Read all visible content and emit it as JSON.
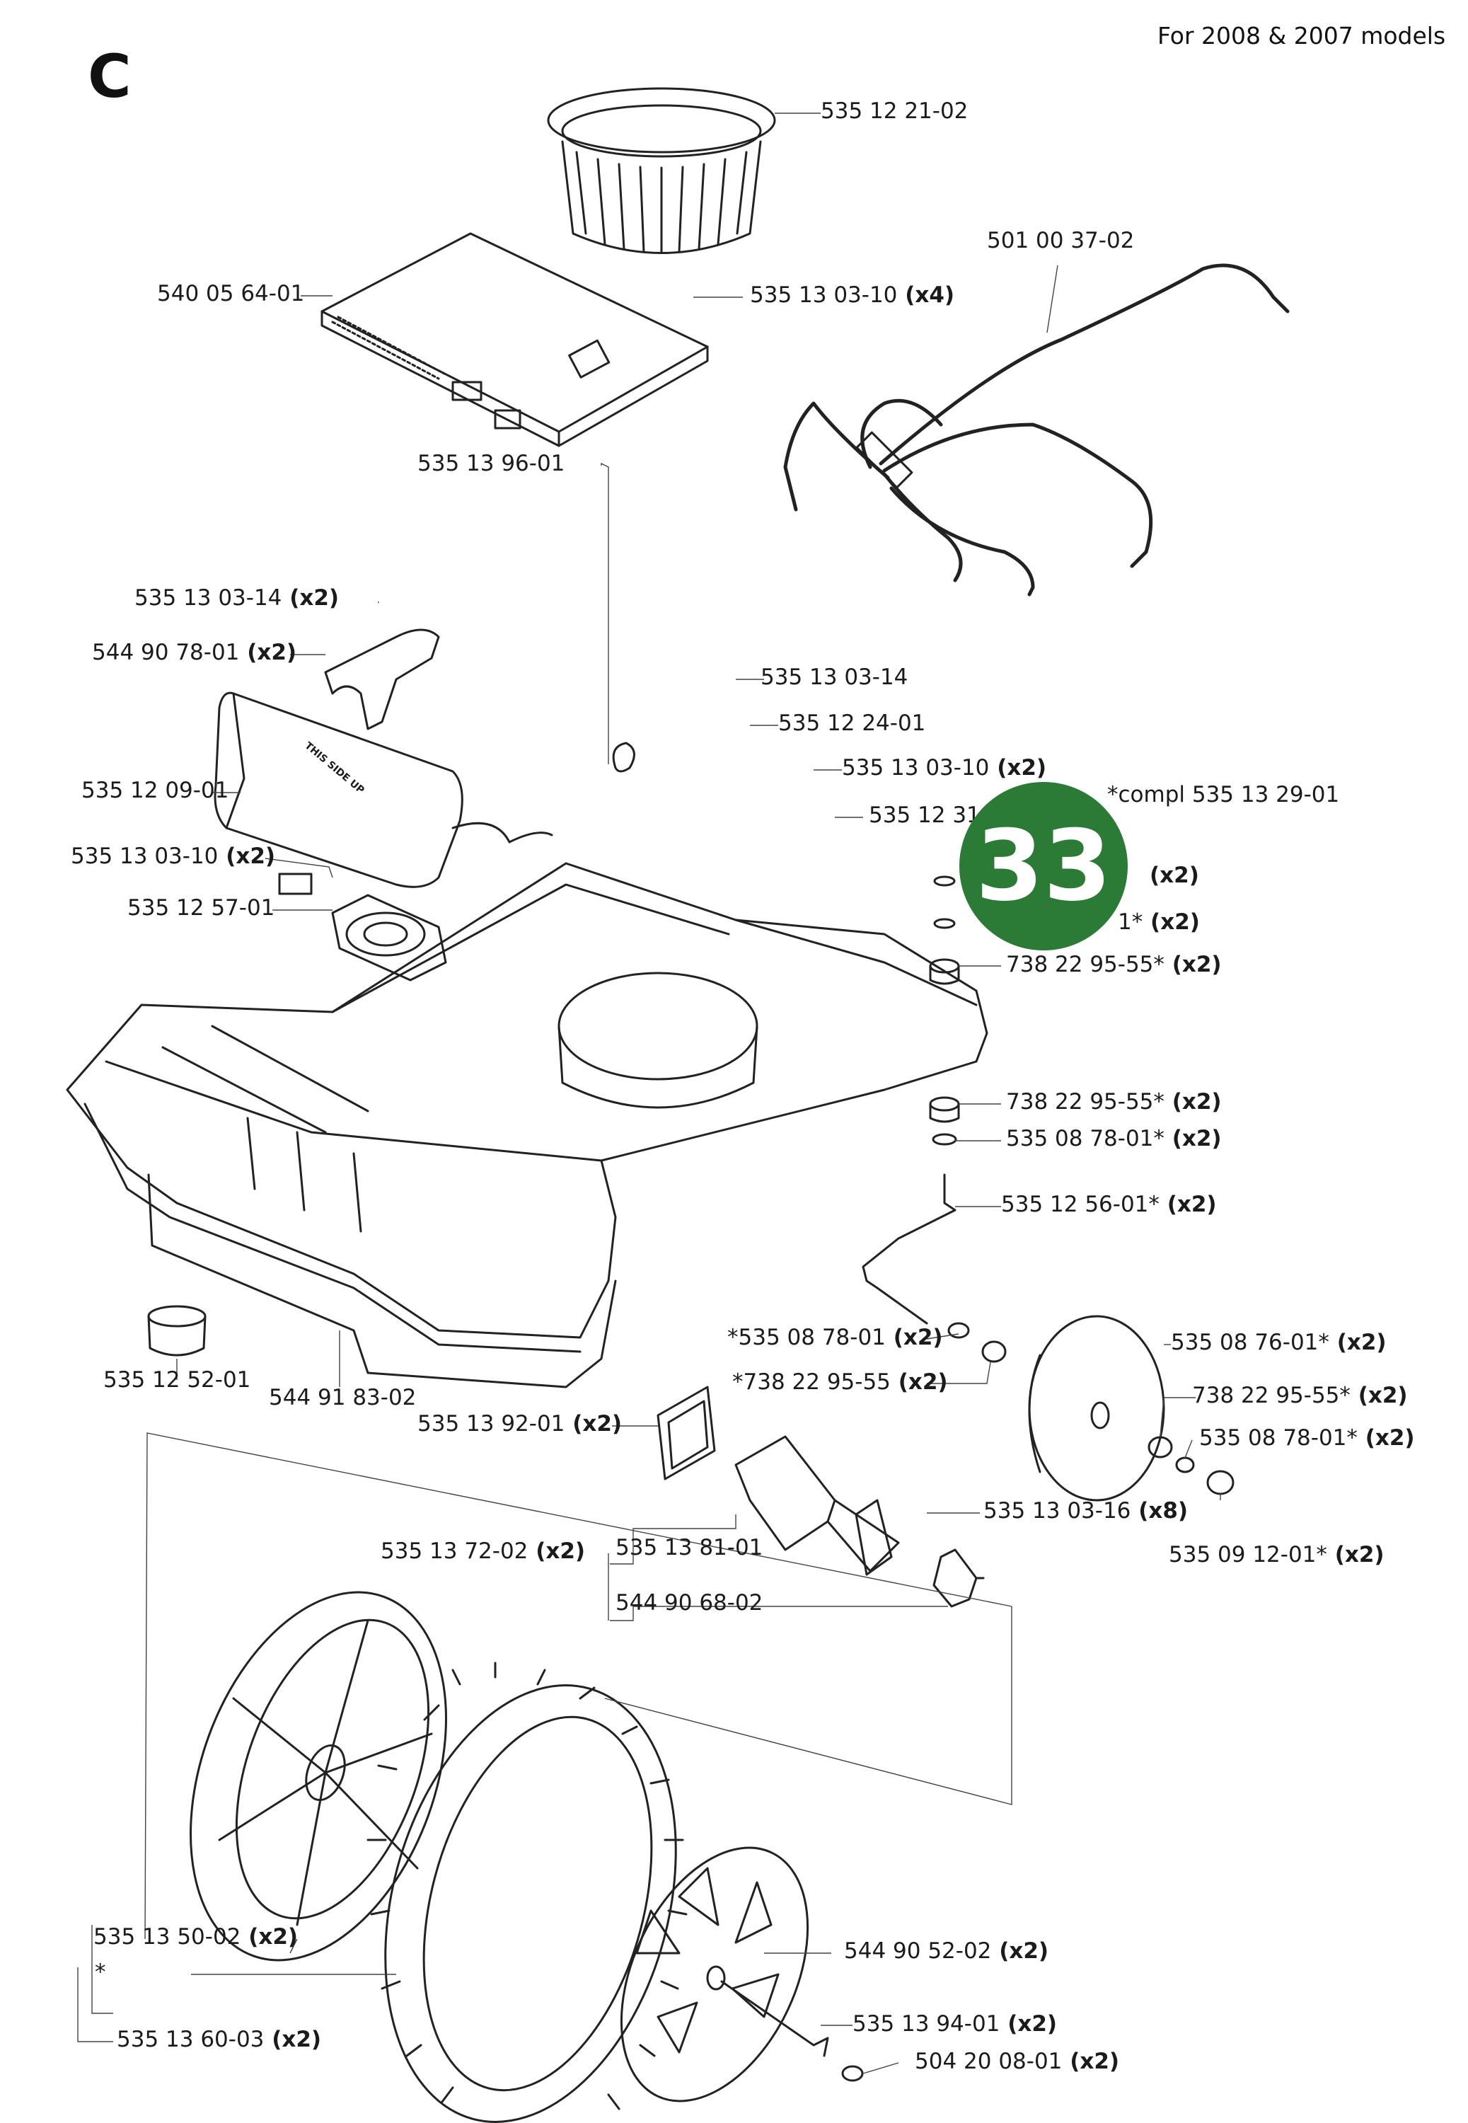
{
  "header": {
    "section_letter": "C",
    "models_note": "For 2008 & 2007 models"
  },
  "badge": {
    "value": "33",
    "color": "#2b7a36"
  },
  "diagram": {
    "parts": [
      {
        "id": "ring",
        "code": "535 12 21-02",
        "qty": ""
      },
      {
        "id": "board",
        "code": "540 05 64-01",
        "qty": ""
      },
      {
        "id": "board-screw",
        "code": "535 13 03-10",
        "qty": "(x4)"
      },
      {
        "id": "harness",
        "code": "501 00 37-02",
        "qty": ""
      },
      {
        "id": "clip",
        "code": "535 13 96-01",
        "qty": ""
      },
      {
        "id": "bracket-screw",
        "code": "535 13 03-14",
        "qty": "(x2)"
      },
      {
        "id": "bracket",
        "code": "544 90 78-01",
        "qty": "(x2)"
      },
      {
        "id": "plate-screw",
        "code": "535 13 03-14",
        "qty": ""
      },
      {
        "id": "plate",
        "code": "535 12 24-01",
        "qty": ""
      },
      {
        "id": "battery",
        "code": "535 12 09-01",
        "qty": ""
      },
      {
        "id": "sensor-screw",
        "code": "535 13 03-10",
        "qty": "(x2)"
      },
      {
        "id": "sensor",
        "code": "535 12 31-0",
        "qty": ""
      },
      {
        "id": "compl",
        "code": "*compl 535 13 29-01",
        "qty": ""
      },
      {
        "id": "speaker-screw",
        "code": "535 13 03-10",
        "qty": "(x2)"
      },
      {
        "id": "speaker",
        "code": "535 12 57-01",
        "qty": ""
      },
      {
        "id": "washer-top-a",
        "code": "",
        "qty": "(x2)"
      },
      {
        "id": "washer-top-b",
        "code": "1*",
        "qty": "(x2)"
      },
      {
        "id": "bearing-top",
        "code": "738 22 95-55*",
        "qty": "(x2)"
      },
      {
        "id": "bearing-mid",
        "code": "738 22 95-55*",
        "qty": "(x2)"
      },
      {
        "id": "washer-mid",
        "code": "535 08 78-01*",
        "qty": "(x2)"
      },
      {
        "id": "axle",
        "code": "535 12 56-01*",
        "qty": "(x2)"
      },
      {
        "id": "washer-axle",
        "code": "*535 08 78-01",
        "qty": "(x2)"
      },
      {
        "id": "bearing-axle",
        "code": "*738 22 95-55",
        "qty": "(x2)"
      },
      {
        "id": "front-wheel",
        "code": "535 08 76-01*",
        "qty": "(x2)"
      },
      {
        "id": "bearing-wheel",
        "code": "738 22 95-55*",
        "qty": "(x2)"
      },
      {
        "id": "washer-wheel",
        "code": "535 08 78-01*",
        "qty": "(x2)"
      },
      {
        "id": "foot",
        "code": "535 12 52-01",
        "qty": ""
      },
      {
        "id": "chassis",
        "code": "544 91 83-02",
        "qty": ""
      },
      {
        "id": "gasket",
        "code": "535 13 92-01",
        "qty": "(x2)"
      },
      {
        "id": "motor-screw",
        "code": "535 13 03-16",
        "qty": "(x8)"
      },
      {
        "id": "hub-cap",
        "code": "535 09 12-01*",
        "qty": "(x2)"
      },
      {
        "id": "drive-assy",
        "code": "535 13 72-02",
        "qty": "(x2)"
      },
      {
        "id": "motor",
        "code": "535 13 81-01",
        "qty": ""
      },
      {
        "id": "hub",
        "code": "544 90 68-02",
        "qty": ""
      },
      {
        "id": "rim",
        "code": "535 13 50-02",
        "qty": "(x2)"
      },
      {
        "id": "star",
        "code": "*",
        "qty": ""
      },
      {
        "id": "tyre",
        "code": "535 13 60-03",
        "qty": "(x2)"
      },
      {
        "id": "wheel-cover",
        "code": "544 90 52-02",
        "qty": "(x2)"
      },
      {
        "id": "wheel-screw",
        "code": "535 13 94-01",
        "qty": "(x2)"
      },
      {
        "id": "cap",
        "code": "504 20 08-01",
        "qty": "(x2)"
      }
    ],
    "battery_marking": "THIS SIDE UP"
  }
}
